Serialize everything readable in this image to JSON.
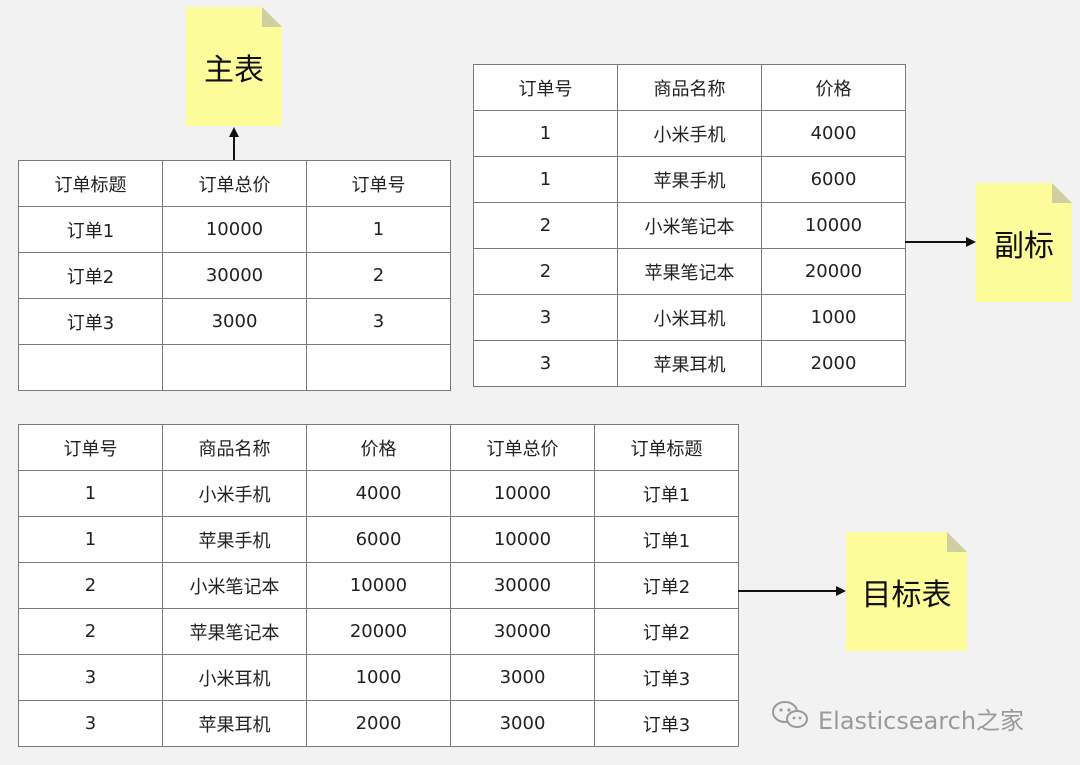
{
  "main_table": {
    "rows": [
      [
        "订单标题",
        "订单总价",
        "订单号"
      ],
      [
        "订单1",
        "10000",
        "1"
      ],
      [
        "订单2",
        "30000",
        "2"
      ],
      [
        "订单3",
        "3000",
        "3"
      ],
      [
        "",
        "",
        ""
      ]
    ]
  },
  "sub_table": {
    "rows": [
      [
        "订单号",
        "商品名称",
        "价格"
      ],
      [
        "1",
        "小米手机",
        "4000"
      ],
      [
        "1",
        "苹果手机",
        "6000"
      ],
      [
        "2",
        "小米笔记本",
        "10000"
      ],
      [
        "2",
        "苹果笔记本",
        "20000"
      ],
      [
        "3",
        "小米耳机",
        "1000"
      ],
      [
        "3",
        "苹果耳机",
        "2000"
      ]
    ]
  },
  "target_table": {
    "rows": [
      [
        "订单号",
        "商品名称",
        "价格",
        "订单总价",
        "订单标题"
      ],
      [
        "1",
        "小米手机",
        "4000",
        "10000",
        "订单1"
      ],
      [
        "1",
        "苹果手机",
        "6000",
        "10000",
        "订单1"
      ],
      [
        "2",
        "小米笔记本",
        "10000",
        "30000",
        "订单2"
      ],
      [
        "2",
        "苹果笔记本",
        "20000",
        "30000",
        "订单2"
      ],
      [
        "3",
        "小米耳机",
        "1000",
        "3000",
        "订单3"
      ],
      [
        "3",
        "苹果耳机",
        "2000",
        "3000",
        "订单3"
      ]
    ]
  },
  "notes": {
    "main": "主表",
    "sub": "副标",
    "target": "目标表"
  },
  "watermark": {
    "icon": "wechat-icon",
    "text": "Elasticsearch之家"
  }
}
